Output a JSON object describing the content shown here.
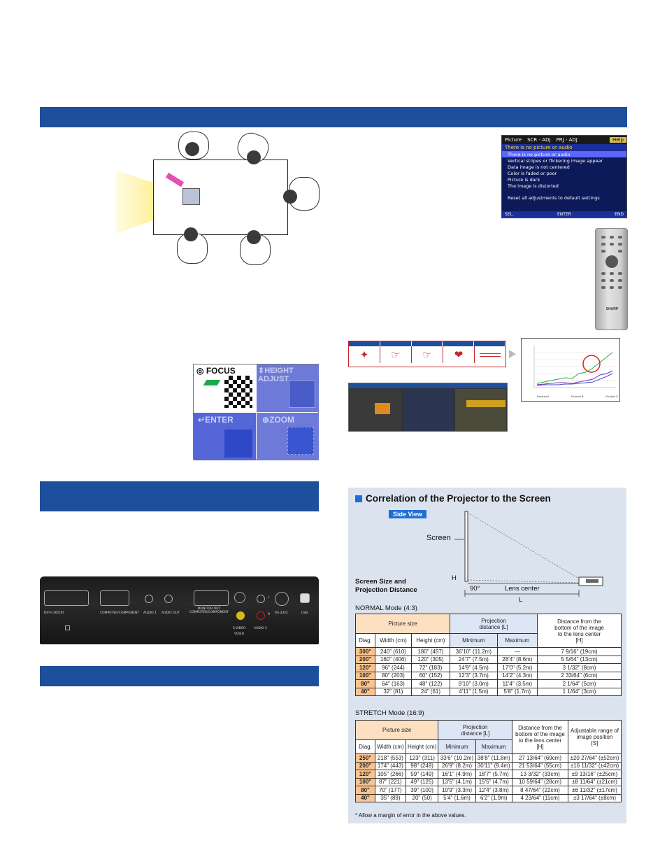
{
  "osd_menu": {
    "tabs": [
      "Picture",
      "SCR - ADJ",
      "PRJ - ADJ",
      "Help"
    ],
    "header": "There is no picture or audio",
    "items": [
      "There is no picture or audio",
      "Vertical stripes or flickering image appear",
      "Data image is not centered",
      "Color is faded or poor",
      "Picture is dark",
      "The image is distorted",
      "",
      "Reset all adjustments to default settings"
    ],
    "footer": {
      "sel": "SEL.",
      "enter": "ENTER",
      "end": "END"
    }
  },
  "remote": {
    "brand": "SHARP"
  },
  "adjust_panels": {
    "focus": "FOCUS",
    "height_adjust": "HEIGHT ADJUST",
    "enter": "ENTER",
    "zoom": "ZOOM"
  },
  "line_chart": {
    "series": [
      "Product A",
      "Product B",
      "Product C"
    ]
  },
  "terminals": {
    "labels": [
      "DVI-I (HDCP)",
      "COMPUTER/COMPONENT",
      "AUDIO 1",
      "AUDIO OUT",
      "MONITOR OUT COMPUTER/COMPONENT",
      "S-VIDEO",
      "VIDEO",
      "AUDIO 2",
      "RS-232C",
      "USB",
      "L",
      "R"
    ]
  },
  "correlation": {
    "title": "Correlation of the Projector to the Screen",
    "side_view": "Side View",
    "screen_label": "Screen",
    "h_label": "H",
    "angle_label": "90°",
    "lens_center_label": "Lens center",
    "l_label": "L",
    "caption": [
      "Screen Size and",
      "Projection Distance"
    ],
    "normal": {
      "mode": "NORMAL Mode (4:3)",
      "headers": {
        "picture_size": "Picture size",
        "projection_distance": [
          "Projection",
          "distance [L]"
        ],
        "distance_bottom": [
          "Distance from the",
          "bottom of the image",
          "to the lens center",
          "[H]"
        ],
        "diag": "Diag.",
        "width": "Width (cm)",
        "height": "Height (cm)",
        "minimum": "Minimum",
        "maximum": "Maximum"
      },
      "rows": [
        [
          "300\"",
          "240\" (610)",
          "180\" (457)",
          "36'10\" (11.2m)",
          "—",
          "7 9/16\" (19cm)"
        ],
        [
          "200\"",
          "160\" (406)",
          "120\" (305)",
          "24'7\" (7.5m)",
          "28'4\" (8.6m)",
          "5 5/64\" (13cm)"
        ],
        [
          "120\"",
          "96\" (244)",
          "72\" (183)",
          "14'9\" (4.5m)",
          "17'0\" (5.2m)",
          "3 1/32\" (8cm)"
        ],
        [
          "100\"",
          "80\" (203)",
          "60\" (152)",
          "12'3\" (3.7m)",
          "14'2\" (4.3m)",
          "2 33/64\" (6cm)"
        ],
        [
          "80\"",
          "64\" (163)",
          "48\" (122)",
          "9'10\" (3.0m)",
          "11'4\" (3.5m)",
          "2 1/64\" (5cm)"
        ],
        [
          "40\"",
          "32\" (81)",
          "24\" (61)",
          "4'11\" (1.5m)",
          "5'8\" (1.7m)",
          "1 1/64\" (3cm)"
        ]
      ]
    },
    "stretch": {
      "mode": "STRETCH Mode (16:9)",
      "headers": {
        "picture_size": "Picture size",
        "projection_distance": [
          "Projection",
          "distance [L]"
        ],
        "distance_bottom": [
          "Distance from the",
          "bottom of the image",
          "to the lens center",
          "[H]"
        ],
        "adjustable": [
          "Adjustable range of",
          "image position",
          "[S]"
        ],
        "diag": "Diag.",
        "width": "Width (cm)",
        "height": "Height (cm)",
        "minimum": "Minimum",
        "maximum": "Maximum"
      },
      "rows": [
        [
          "250\"",
          "218\" (553)",
          "123\" (311)",
          "33'6\" (10.2m)",
          "38'8\" (11.8m)",
          "27 13/64\" (69cm)",
          "±20 27/64\" (±52cm)"
        ],
        [
          "200\"",
          "174\" (443)",
          "98\" (249)",
          "26'9\" (8.2m)",
          "30'11\" (9.4m)",
          "21 53/64\" (55cm)",
          "±16 11/32\" (±42cm)"
        ],
        [
          "120\"",
          "105\" (266)",
          "59\" (149)",
          "16'1\" (4.9m)",
          "18'7\" (5.7m)",
          "13 3/32\" (33cm)",
          "±9 13/16\" (±25cm)"
        ],
        [
          "100\"",
          "87\" (221)",
          "49\" (125)",
          "13'5\" (4.1m)",
          "15'5\" (4.7m)",
          "10 59/64\" (28cm)",
          "±8 11/64\" (±21cm)"
        ],
        [
          "80\"",
          "70\" (177)",
          "39\" (100)",
          "10'9\" (3.3m)",
          "12'4\" (3.8m)",
          "8 47/64\" (22cm)",
          "±6 11/32\" (±17cm)"
        ],
        [
          "40\"",
          "35\" (89)",
          "20\" (50)",
          "5'4\" (1.6m)",
          "6'2\" (1.9m)",
          "4 23/64\" (11cm)",
          "±3 17/64\" (±8cm)"
        ]
      ]
    },
    "footnote": "* Allow a margin of error in the above values."
  },
  "colors": {
    "band_blue": "#1d4f9c",
    "accent_blue": "#1d6fd1",
    "panel_bg": "#dbe3ee",
    "diag_orange": "#fbc48f"
  }
}
